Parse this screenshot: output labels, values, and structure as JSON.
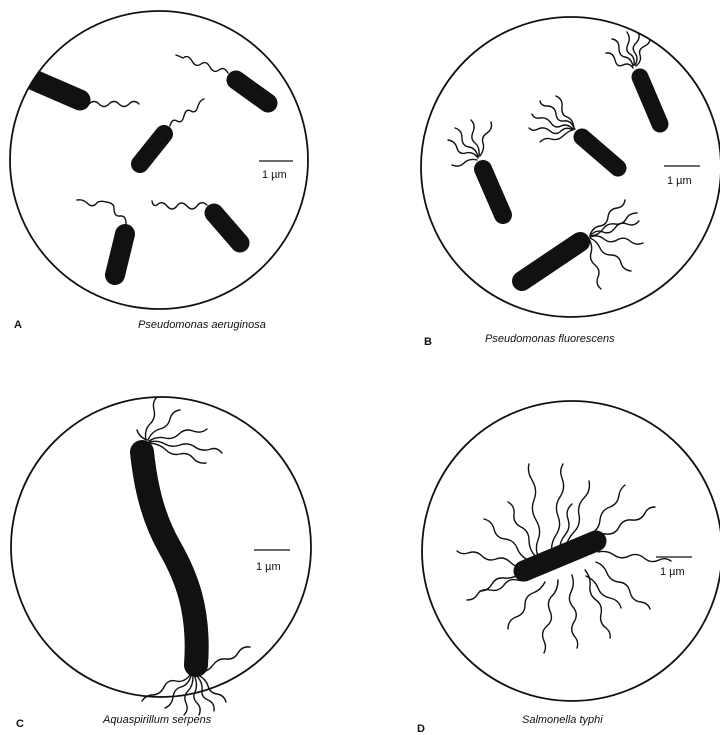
{
  "figure": {
    "panels": [
      {
        "letter": "A",
        "species": "Pseudomonas aeruginosa",
        "scale_label": "1 µm",
        "flagellation": "monotrichous, polar"
      },
      {
        "letter": "B",
        "species": "Pseudomonas fluorescens",
        "scale_label": "1 µm",
        "flagellation": "lophotrichous, polar tuft"
      },
      {
        "letter": "C",
        "species": "Aquaspirillum serpens",
        "scale_label": "1 µm",
        "flagellation": "bipolar tufts"
      },
      {
        "letter": "D",
        "species": "Salmonella typhi",
        "scale_label": "1 µm",
        "flagellation": "peritrichous"
      }
    ],
    "colors": {
      "ink": "#111111",
      "background": "#ffffff"
    }
  }
}
